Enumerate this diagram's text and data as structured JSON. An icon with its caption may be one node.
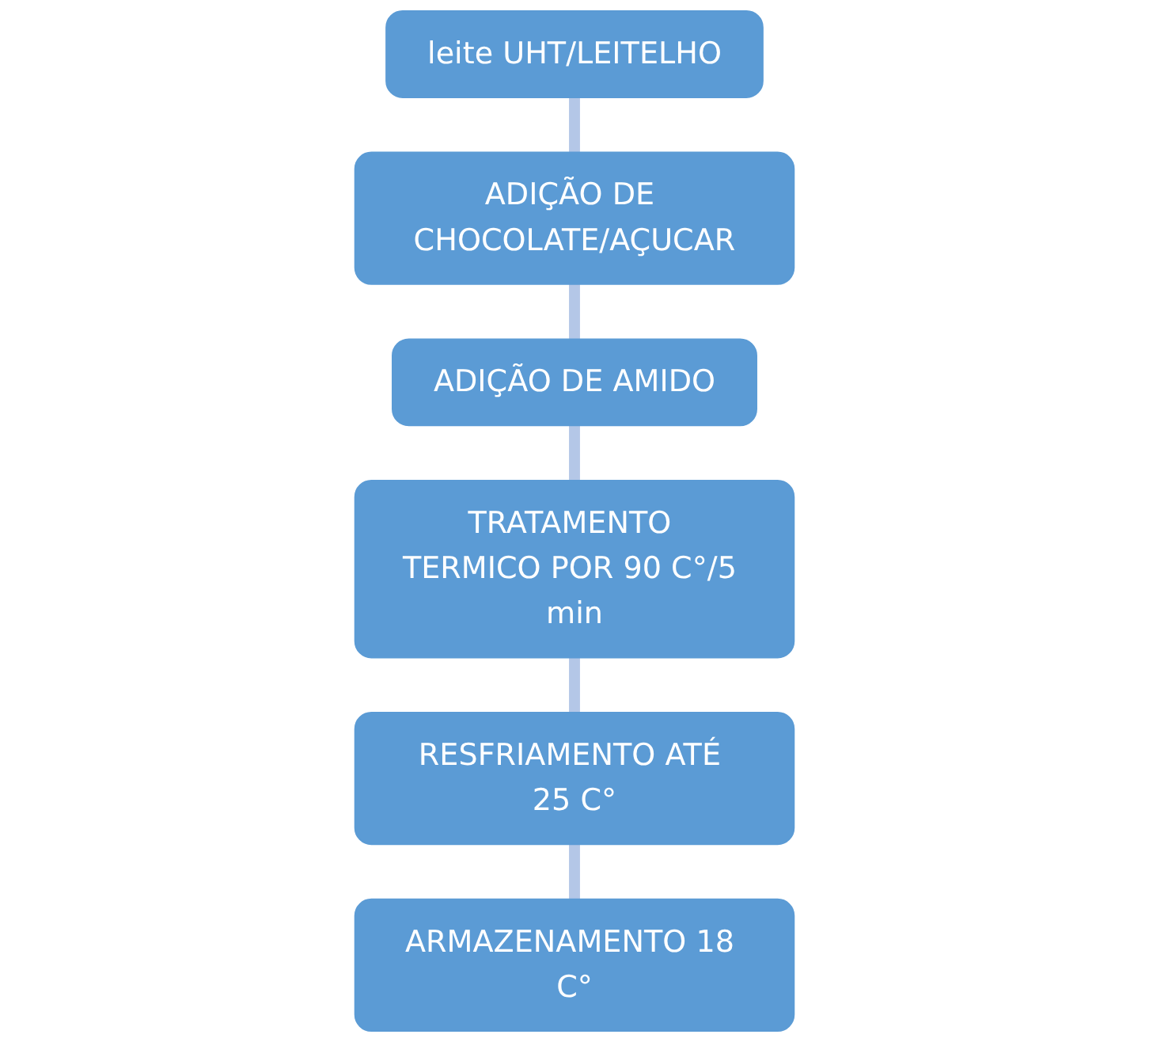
{
  "diagram": {
    "nodes": [
      {
        "text": [
          "leite UHT/LEITELHO"
        ]
      },
      {
        "text": [
          "ADIÇÃO DE CHOCOLATE/AÇUCAR"
        ]
      },
      {
        "text": [
          "ADIÇÃO DE AMIDO"
        ]
      },
      {
        "text": [
          "TRATAMENTO TERMICO POR 90 C°/5 min"
        ]
      },
      {
        "text": [
          "RESFRIAMENTO ATÉ 25 C°"
        ]
      },
      {
        "text": [
          "ARMAZENAMENTO 18 C°"
        ]
      }
    ],
    "edges": [
      {
        "from": 0,
        "to": 1,
        "arrow": "none"
      },
      {
        "from": 1,
        "to": 2,
        "arrow": "none"
      },
      {
        "from": 2,
        "to": 3,
        "arrow": "none"
      },
      {
        "from": 3,
        "to": 4,
        "arrow": "none"
      },
      {
        "from": 4,
        "to": 5,
        "arrow": "none"
      }
    ]
  }
}
